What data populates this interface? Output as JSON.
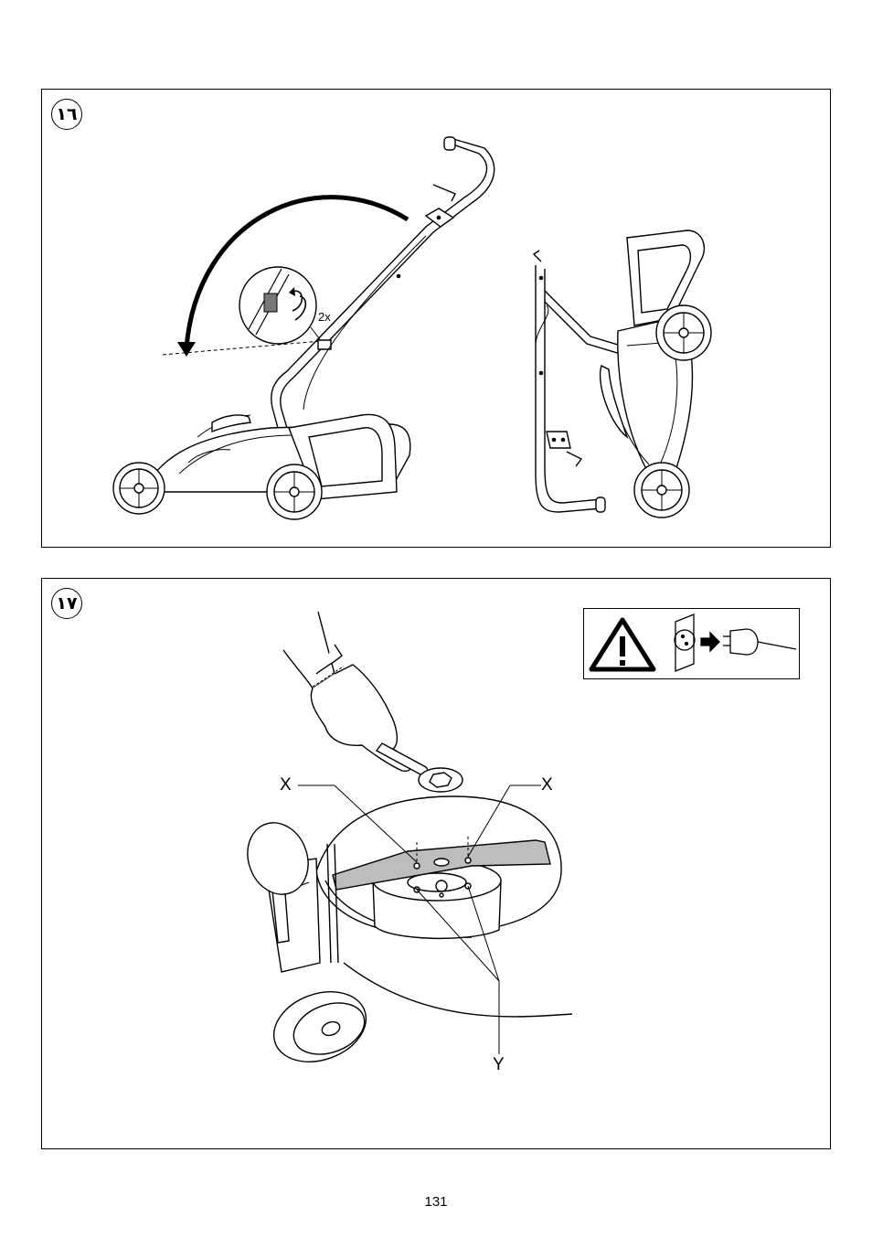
{
  "figure16": {
    "step_number": "١٦",
    "repeat_label": "2x"
  },
  "figure17": {
    "step_number": "١٧",
    "callout_x_left": "X",
    "callout_x_right": "X",
    "callout_y": "Y",
    "warning_icon": "warning-triangle-icon",
    "unplug_icon": "unplug-power-icon"
  },
  "page_number": "131"
}
